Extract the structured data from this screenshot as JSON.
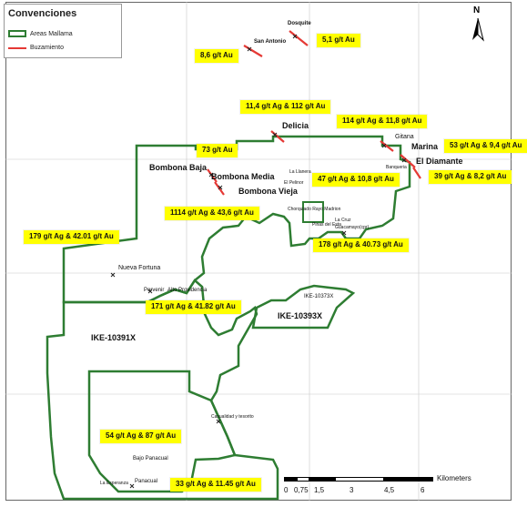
{
  "legend": {
    "title": "Convenciones",
    "items": [
      {
        "label": "Areas Mallama",
        "color": "#2e7d32"
      },
      {
        "label": "Buzamiento",
        "color": "#e53935"
      }
    ]
  },
  "north": {
    "letter": "N"
  },
  "callouts": [
    {
      "id": "5-1-au",
      "text": "5,1 g/t Au"
    },
    {
      "id": "8-6-au",
      "text": "8,6 g/t Au"
    },
    {
      "id": "11-4-ag-112-au",
      "text": "11,4 g/t Ag & 112 g/t Au"
    },
    {
      "id": "114-ag-11-8-au",
      "text": "114 g/t Ag & 11,8 g/t Au"
    },
    {
      "id": "53-ag-9-4-au",
      "text": "53 g/t Ag & 9,4 g/t Au"
    },
    {
      "id": "73-au",
      "text": "73 g/t Au"
    },
    {
      "id": "47-ag-10-8-au",
      "text": "47 g/t Ag & 10,8 g/t Au"
    },
    {
      "id": "39-ag-8-2-au",
      "text": "39 g/t Ag & 8,2 g/t Au"
    },
    {
      "id": "1114-ag-43-6-au",
      "text": "1114 g/t Ag & 43,6 g/t Au"
    },
    {
      "id": "179-ag-42-01-au",
      "text": "179  g/t Ag & 42.01 g/t Au"
    },
    {
      "id": "178-ag-40-73-au",
      "text": "178 g/t Ag & 40.73 g/t  Au"
    },
    {
      "id": "171-ag-41-82-au",
      "text": "171 g/t Ag  & 41.82 g/t Au"
    },
    {
      "id": "54-ag-87-au",
      "text": "54 g/t Ag & 87 g/t Au"
    },
    {
      "id": "33-ag-11-45-au",
      "text": "33 g/t Ag & 11.45 g/t Au"
    }
  ],
  "places": {
    "dosquite": "Dosquite",
    "san_antonio": "San Antonio",
    "delicia": "Delicia",
    "gitana": "Gitana",
    "marina": "Marina",
    "el_diamante": "El Diamante",
    "bombona_baja": "Bombona Baja",
    "bombona_media": "Bombona Media",
    "bombona_vieja": "Bombona Vieja",
    "la_llanera": "La Llanera",
    "el_pelinor": "El Pelinor",
    "banqueria": "Banqueria",
    "chorquiado_rayo_madrion": "Chorquiado Rayo Madrion",
    "pinas_del_esta": "Pinas del Esta",
    "la_cruz": "La Cruz",
    "guacamayo": "Guacamayo(cpr)",
    "nueva_fortuna": "Nueva Fortuna",
    "porvenir": "Porvenir",
    "alto_providencia": "Alto Providencia",
    "casualidad_y_tesorito": "Casualidad y tesorito",
    "bajo_panacual": "Bajo Panacual",
    "la_esperanza": "La Esperanza",
    "panacual": "Panacual"
  },
  "areas": {
    "ike_10391x": "IKE-10391X",
    "ike_10393x": "IKE-10393X",
    "ike_10373x": "IKE-10373X"
  },
  "scale": {
    "ticks": [
      "0",
      "0,75",
      "1,5",
      "3",
      "4,5",
      "6"
    ],
    "unit": "Kilometers"
  }
}
